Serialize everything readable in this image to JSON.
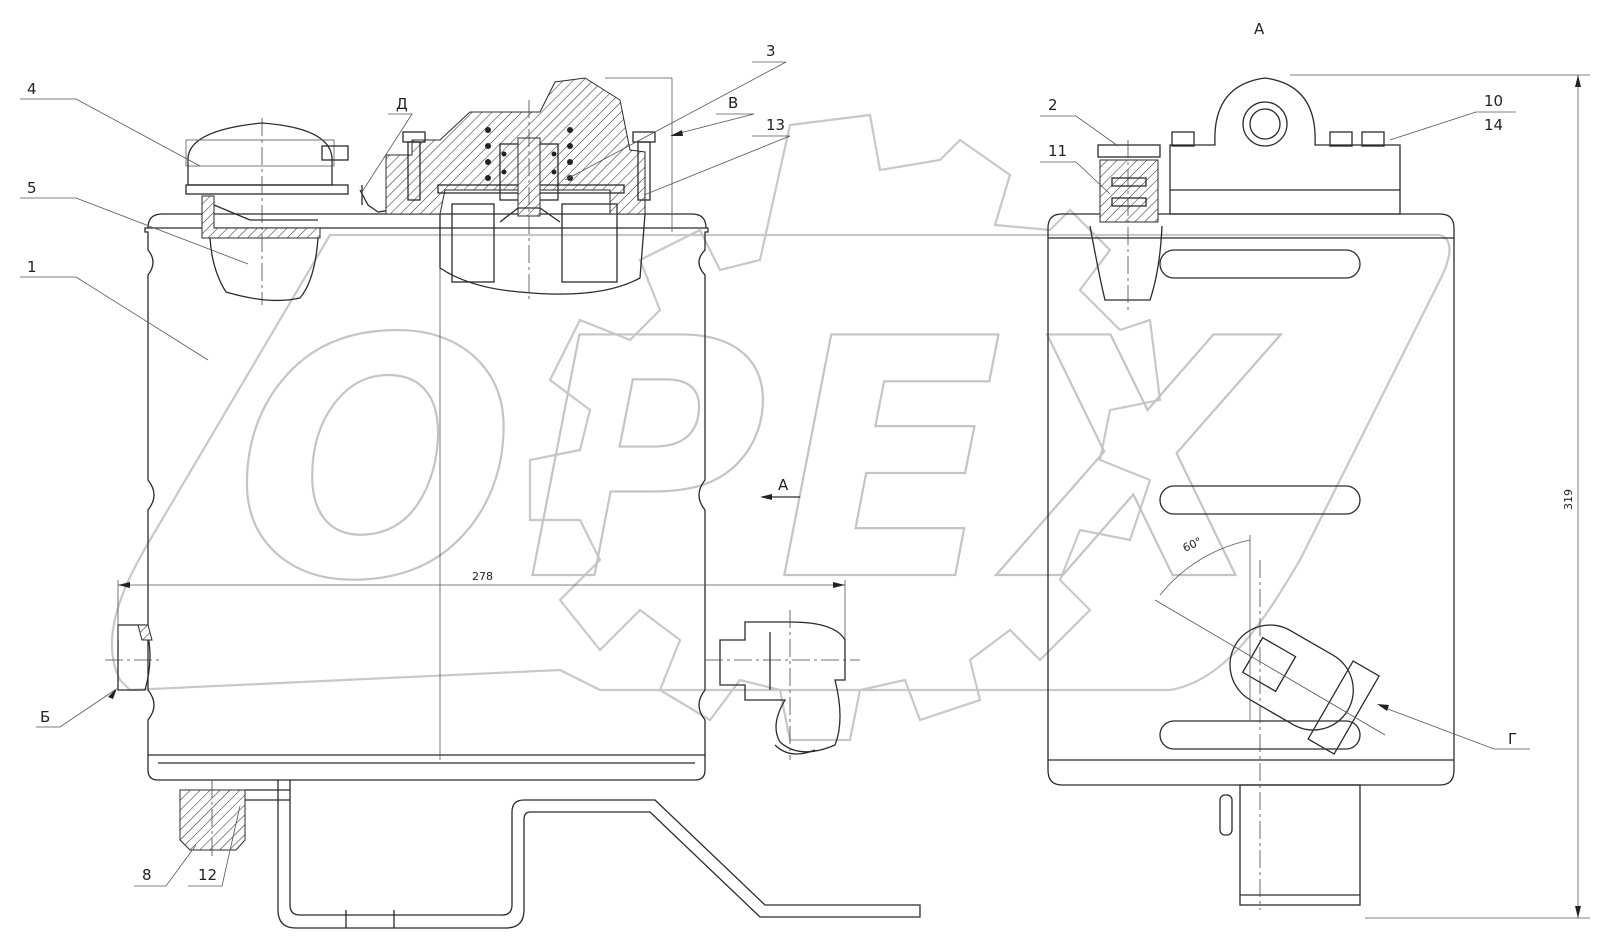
{
  "labels": {
    "view_a_title": "А",
    "callout_1": "1",
    "callout_2": "2",
    "callout_3": "3",
    "callout_4": "4",
    "callout_5": "5",
    "callout_8": "8",
    "callout_10": "10",
    "callout_11": "11",
    "callout_12": "12",
    "callout_13": "13",
    "callout_14": "14",
    "detail_d": "Д",
    "detail_v": "В",
    "detail_b": "Б",
    "detail_g": "Г",
    "section_arrow_a": "А"
  },
  "dimensions": {
    "width": "278",
    "height": "319",
    "angle": "60°"
  },
  "watermark": {
    "text": "OPEX"
  }
}
